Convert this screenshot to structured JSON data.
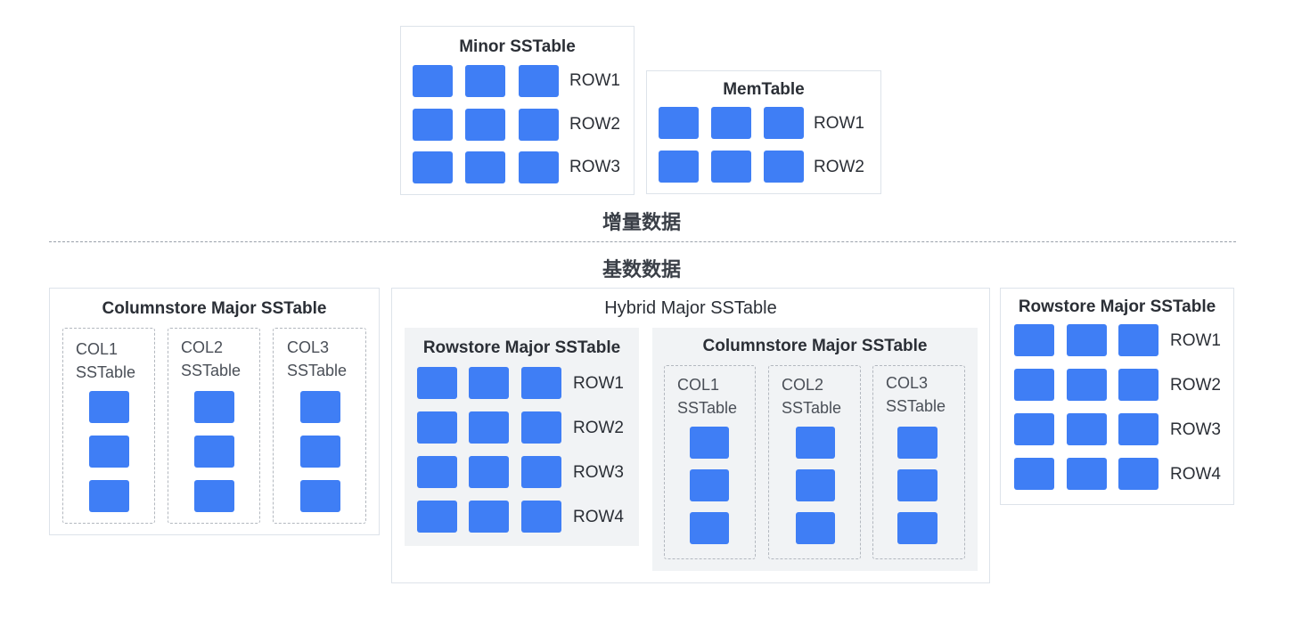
{
  "minor": {
    "title": "Minor SSTable",
    "rows": [
      "ROW1",
      "ROW2",
      "ROW3"
    ]
  },
  "mem": {
    "title": "MemTable",
    "rows": [
      "ROW1",
      "ROW2"
    ]
  },
  "sections": {
    "incremental": "增量数据",
    "baseline": "基数数据"
  },
  "colstore": {
    "title": "Columnstore Major SSTable",
    "cols": [
      {
        "l1": "COL1",
        "l2": "SSTable"
      },
      {
        "l1": "COL2",
        "l2": "SSTable"
      },
      {
        "l1": "COL3",
        "l2": "SSTable"
      }
    ]
  },
  "hybrid": {
    "title": "Hybrid Major SSTable",
    "row": {
      "title": "Rowstore Major SSTable",
      "rows": [
        "ROW1",
        "ROW2",
        "ROW3",
        "ROW4"
      ]
    },
    "col": {
      "title": "Columnstore Major SSTable",
      "cols": [
        {
          "l1": "COL1",
          "l2": "SSTable"
        },
        {
          "l1": "COL2",
          "l2": "SSTable"
        },
        {
          "l1": "COL3",
          "l2": "SSTable"
        }
      ]
    }
  },
  "rowstore": {
    "title": "Rowstore Major SSTable",
    "rows": [
      "ROW1",
      "ROW2",
      "ROW3",
      "ROW4"
    ]
  },
  "colors": {
    "block": "#3f7ef5",
    "border": "#dde3ea",
    "subpanel": "#f1f3f5"
  }
}
